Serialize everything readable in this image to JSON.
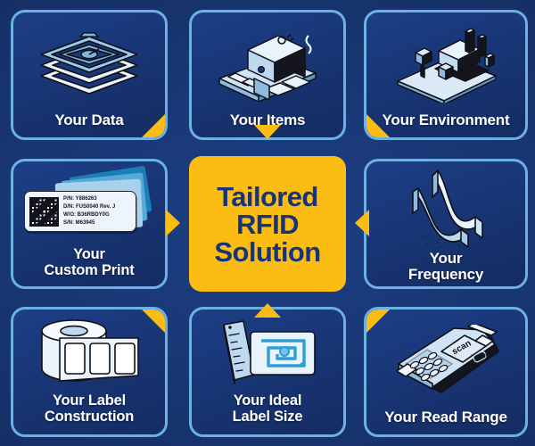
{
  "meta": {
    "title": "Tailored RFID Solution Infographic",
    "colors": {
      "background_navy": "#152f6e",
      "card_navy": "#1a3878",
      "card_border_blue": "#6cb0e4",
      "accent_yellow": "#fbbc13",
      "center_text_navy": "#16347a",
      "label_white": "#ffffff",
      "icon_light_blue": "#bcd8ee",
      "icon_mid_blue": "#7fb4dc",
      "icon_dark": "#101018"
    }
  },
  "center": {
    "text": "Tailored\nRFID\nSolution",
    "line1": "Tailored",
    "line2": "RFID",
    "line3": "Solution"
  },
  "cards": [
    {
      "id": "your-data",
      "label": "Your Data",
      "icon": "rfid-antenna-layers-icon",
      "corner": "br",
      "position": "top-left"
    },
    {
      "id": "your-items",
      "label": "Your Items",
      "icon": "boxes-on-conveyor-icon",
      "corner": "none",
      "position": "top-center"
    },
    {
      "id": "your-environment",
      "label": "Your Environment",
      "icon": "industrial-factory-icon",
      "corner": "bl",
      "position": "top-right"
    },
    {
      "id": "your-custom-print",
      "label": "Your\nCustom Print",
      "icon": "printed-label-tag-icon",
      "corner": "none",
      "position": "middle-left"
    },
    {
      "id": "your-frequency",
      "label": "Your\nFrequency",
      "icon": "radio-wave-icon",
      "corner": "none",
      "position": "middle-right"
    },
    {
      "id": "your-label-construction",
      "label": "Your Label\nConstruction",
      "icon": "label-roll-icon",
      "corner": "tr",
      "position": "bottom-left"
    },
    {
      "id": "your-ideal-label-size",
      "label": "Your Ideal\nLabel Size",
      "icon": "ruler-and-rfid-inlay-icon",
      "corner": "none",
      "position": "bottom-center"
    },
    {
      "id": "your-read-range",
      "label": "Your Read Range",
      "icon": "handheld-rfid-scanner-icon",
      "corner": "tl",
      "position": "bottom-right"
    }
  ],
  "print_label": {
    "lines": [
      "P/N: Y886263",
      "D/N: FUS0040 Rev. J",
      "W/O: B36RBDY0G",
      "S/N: M63945"
    ],
    "line1": "P/N: Y886263",
    "line2": "D/N: FUS0040 Rev. J",
    "line3": "W/O: B36RBDY0G",
    "line4": "S/N: M63945",
    "barcode_type": "datamatrix-2d-barcode"
  },
  "scanner": {
    "screen_text": "scan"
  },
  "connectors": [
    {
      "id": "arrow-top",
      "direction": "down",
      "from": "your-items",
      "to": "center"
    },
    {
      "id": "arrow-left",
      "direction": "right",
      "from": "your-custom-print",
      "to": "center"
    },
    {
      "id": "arrow-right",
      "direction": "left",
      "from": "your-frequency",
      "to": "center"
    },
    {
      "id": "arrow-bottom",
      "direction": "up",
      "from": "your-ideal-label-size",
      "to": "center"
    }
  ]
}
